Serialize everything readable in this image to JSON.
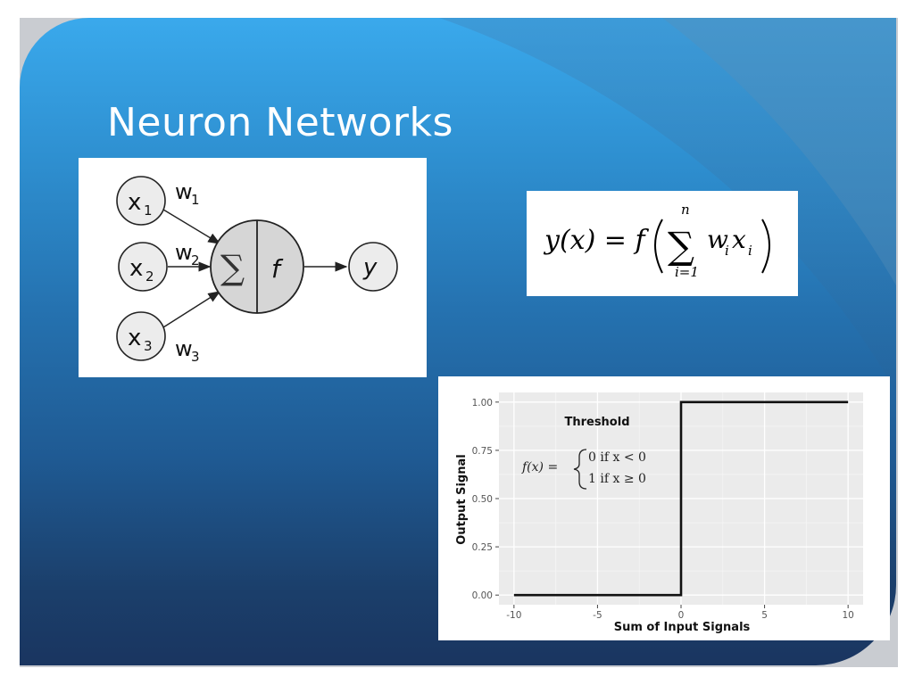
{
  "slide": {
    "title": "Neuron Networks"
  },
  "neuron_diagram": {
    "inputs": [
      {
        "label": "x",
        "sub": "1",
        "weight": "w",
        "weight_sub": "1"
      },
      {
        "label": "x",
        "sub": "2",
        "weight": "w",
        "weight_sub": "2"
      },
      {
        "label": "x",
        "sub": "3",
        "weight": "w",
        "weight_sub": "3"
      }
    ],
    "sum_symbol": "∑",
    "activation_symbol": "f",
    "output_label": "y"
  },
  "formula": {
    "lhs": "y(x) = f",
    "sum_symbol": "∑",
    "upper": "n",
    "lower": "i=1",
    "term_w": "w",
    "term_w_sub": "i",
    "term_x": "x",
    "term_x_sub": "i"
  },
  "chart_data": {
    "type": "line",
    "title": "Threshold",
    "xlabel": "Sum of Input Signals",
    "ylabel": "Output Signal",
    "xlim": [
      -10,
      10
    ],
    "ylim": [
      0,
      1
    ],
    "x_ticks": [
      "-10",
      "-5",
      "0",
      "5",
      "10"
    ],
    "y_ticks": [
      "0.00",
      "0.25",
      "0.50",
      "0.75",
      "1.00"
    ],
    "grid": true,
    "annotation": {
      "lhs": "f(x) =",
      "case1": "0 if x < 0",
      "case2": "1 if x ≥ 0"
    },
    "series": [
      {
        "x": [
          -10,
          0,
          0,
          10
        ],
        "y": [
          0,
          0,
          1,
          1
        ]
      }
    ]
  },
  "colors": {
    "slide_top": "#3aa9ec",
    "slide_bottom": "#1a3560",
    "plot_bg": "#ebebeb",
    "neuron_fill": "#dcdcdc"
  }
}
